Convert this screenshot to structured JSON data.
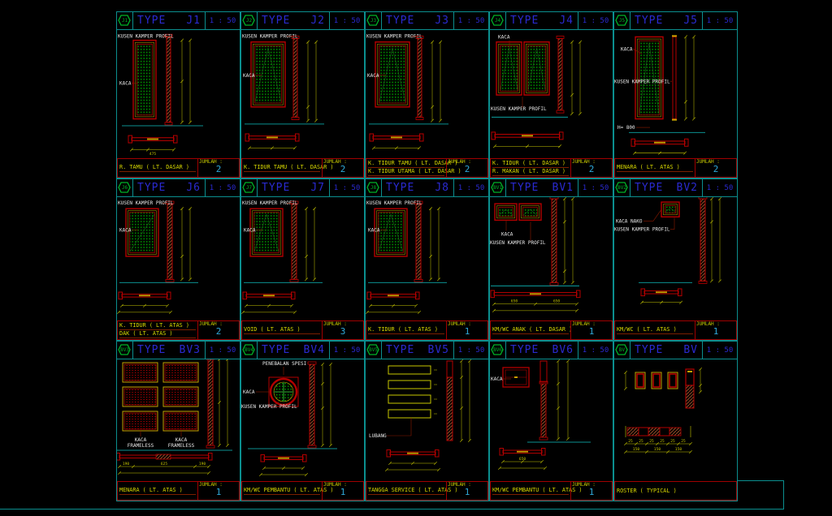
{
  "sheet": {
    "type_label": "TYPE",
    "scale": "1 : 50",
    "jumlah_label": "JUMLAH :"
  },
  "colors": {
    "background": "#000000",
    "grid_teal": "#0B8F8F",
    "title_blue": "#2A2AD0",
    "hex_green": "#00B428",
    "red": "#B40000",
    "dark_red_leader": "#8B1A00",
    "dim_yellow": "#C8C800",
    "frame_yellow": "#C8A000",
    "room_yellow": "#D8D800",
    "count_cyan": "#2FA8D8",
    "annotation_white": "#E8E8E8",
    "glass_green": "#00A000",
    "hatch_brown": "#A0522D",
    "open_green": "#1E6B1E"
  },
  "panels": [
    {
      "code": "J1",
      "variant": "tallNarrow",
      "open": "",
      "rooms": [
        "R. TAMU ( LT. DASAR )"
      ],
      "jumlah": "2",
      "annotations": [
        "KUSEN KAMPER PROFIL",
        "KACA"
      ],
      "dims": [
        "475"
      ]
    },
    {
      "code": "J2",
      "variant": "single1",
      "open": "v",
      "rooms": [
        "K. TIDUR TAMU ( LT. DASAR )"
      ],
      "jumlah": "2",
      "annotations": [
        "KUSEN KAMPER PROFIL",
        "KACA"
      ],
      "dims": []
    },
    {
      "code": "J3",
      "variant": "single1",
      "open": "v",
      "rooms": [
        "K. TIDUR TAMU ( LT. DASAR )",
        "K. TIDUR UTAMA ( LT. DASAR )"
      ],
      "jumlah": "2",
      "annotations": [
        "KUSEN KAMPER PROFIL",
        "KACA"
      ],
      "dims": []
    },
    {
      "code": "J4",
      "variant": "double1",
      "open": "v",
      "rooms": [
        "K. TIDUR ( LT. DASAR )",
        "R. MAKAN ( LT. DASAR )"
      ],
      "jumlah": "2",
      "annotations": [
        "KACA",
        "KUSEN KAMPER PROFIL"
      ],
      "dims": []
    },
    {
      "code": "J5",
      "variant": "tallV",
      "open": "v",
      "rooms": [
        "MENARA ( LT. ATAS )"
      ],
      "jumlah": "2",
      "annotations": [
        "KACA",
        "KUSEN KAMPER PROFIL",
        "H= 800"
      ],
      "dims": []
    },
    {
      "code": "J6",
      "variant": "single2",
      "open": "d",
      "rooms": [
        "K. TIDUR ( LT. ATAS )",
        "DAK ( LT. ATAS )"
      ],
      "jumlah": "2",
      "annotations": [
        "KUSEN KAMPER PROFIL",
        "KACA"
      ],
      "dims": []
    },
    {
      "code": "J7",
      "variant": "single2",
      "open": "v",
      "rooms": [
        "VOID ( LT. ATAS )"
      ],
      "jumlah": "3",
      "annotations": [
        "KUSEN KAMPER PROFIL",
        "KACA"
      ],
      "dims": []
    },
    {
      "code": "J8",
      "variant": "single2",
      "open": "v",
      "rooms": [
        "K. TIDUR ( LT. ATAS )"
      ],
      "jumlah": "1",
      "annotations": [
        "KUSEN KAMPER PROFIL",
        "KACA"
      ],
      "dims": []
    },
    {
      "code": "BV1",
      "variant": "highPair",
      "open": "v",
      "rooms": [
        "KM/WC ANAK ( LT. DASAR )"
      ],
      "jumlah": "1",
      "annotations": [
        "KACA",
        "KUSEN KAMPER PROFIL"
      ],
      "dims": [
        "650",
        "650"
      ]
    },
    {
      "code": "BV2",
      "variant": "smallHigh",
      "open": "v",
      "rooms": [
        "KM/WC ( LT. ATAS )"
      ],
      "jumlah": "1",
      "annotations": [
        "KACA NAKO",
        "KUSEN KAMPER PROFIL"
      ],
      "dims": []
    },
    {
      "code": "BV3",
      "variant": "frameless",
      "open": "",
      "rooms": [
        "MENARA ( LT. ATAS )"
      ],
      "jumlah": "1",
      "annotations": [
        "KACA FRAMELESS",
        "KACA FRAMELESS"
      ],
      "dims": [
        "190",
        "625",
        "190"
      ]
    },
    {
      "code": "BV4",
      "variant": "circleWin",
      "open": "",
      "rooms": [
        "KM/WC PEMBANTU ( LT. ATAS )"
      ],
      "jumlah": "1",
      "annotations": [
        "PENEBALAN SPESI",
        "KACA",
        "KUSEN KAMPER PROFIL"
      ],
      "dims": []
    },
    {
      "code": "BV5",
      "variant": "slots",
      "open": "",
      "rooms": [
        "TANGGA SERVICE ( LT. ATAS )"
      ],
      "jumlah": "1",
      "annotations": [
        "LUBANG"
      ],
      "dims": []
    },
    {
      "code": "BV6",
      "variant": "smallRect",
      "open": "",
      "rooms": [
        "KM/WC PEMBANTU ( LT. ATAS )"
      ],
      "jumlah": "1",
      "annotations": [
        "KACA"
      ],
      "dims": [
        "650"
      ]
    },
    {
      "code": "BV",
      "variant": "roster",
      "open": "",
      "rooms": [
        "ROSTER ( TYPICAL )"
      ],
      "jumlah": null,
      "annotations": [],
      "dims": [
        "25",
        "25",
        "25",
        "25",
        "25",
        "25",
        "150",
        "150",
        "150"
      ]
    }
  ]
}
